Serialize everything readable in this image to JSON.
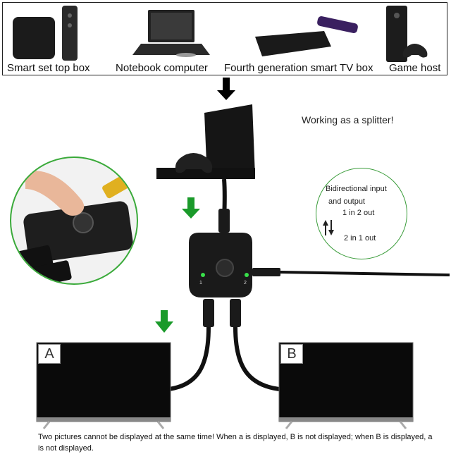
{
  "devices": {
    "set_top_box": "Smart set top box",
    "notebook": "Notebook computer",
    "tv_box": "Fourth generation smart TV box",
    "game_host": "Game host"
  },
  "splitter_title": "Working as a splitter!",
  "info": {
    "line1": "Bidirectional input",
    "line2": "and output",
    "line3": "1 in 2 out",
    "line4": "2 in 1 out"
  },
  "switch": {
    "port1": "1",
    "port2": "2"
  },
  "tv_labels": {
    "a": "A",
    "b": "B"
  },
  "footer": "Two pictures cannot be displayed at the same time! When a is displayed, B is not displayed; when B is displayed, a is not displayed.",
  "colors": {
    "accent_green": "#1a9a2a",
    "circle_green": "#3aaa3a",
    "device_black": "#1a1a1a"
  }
}
